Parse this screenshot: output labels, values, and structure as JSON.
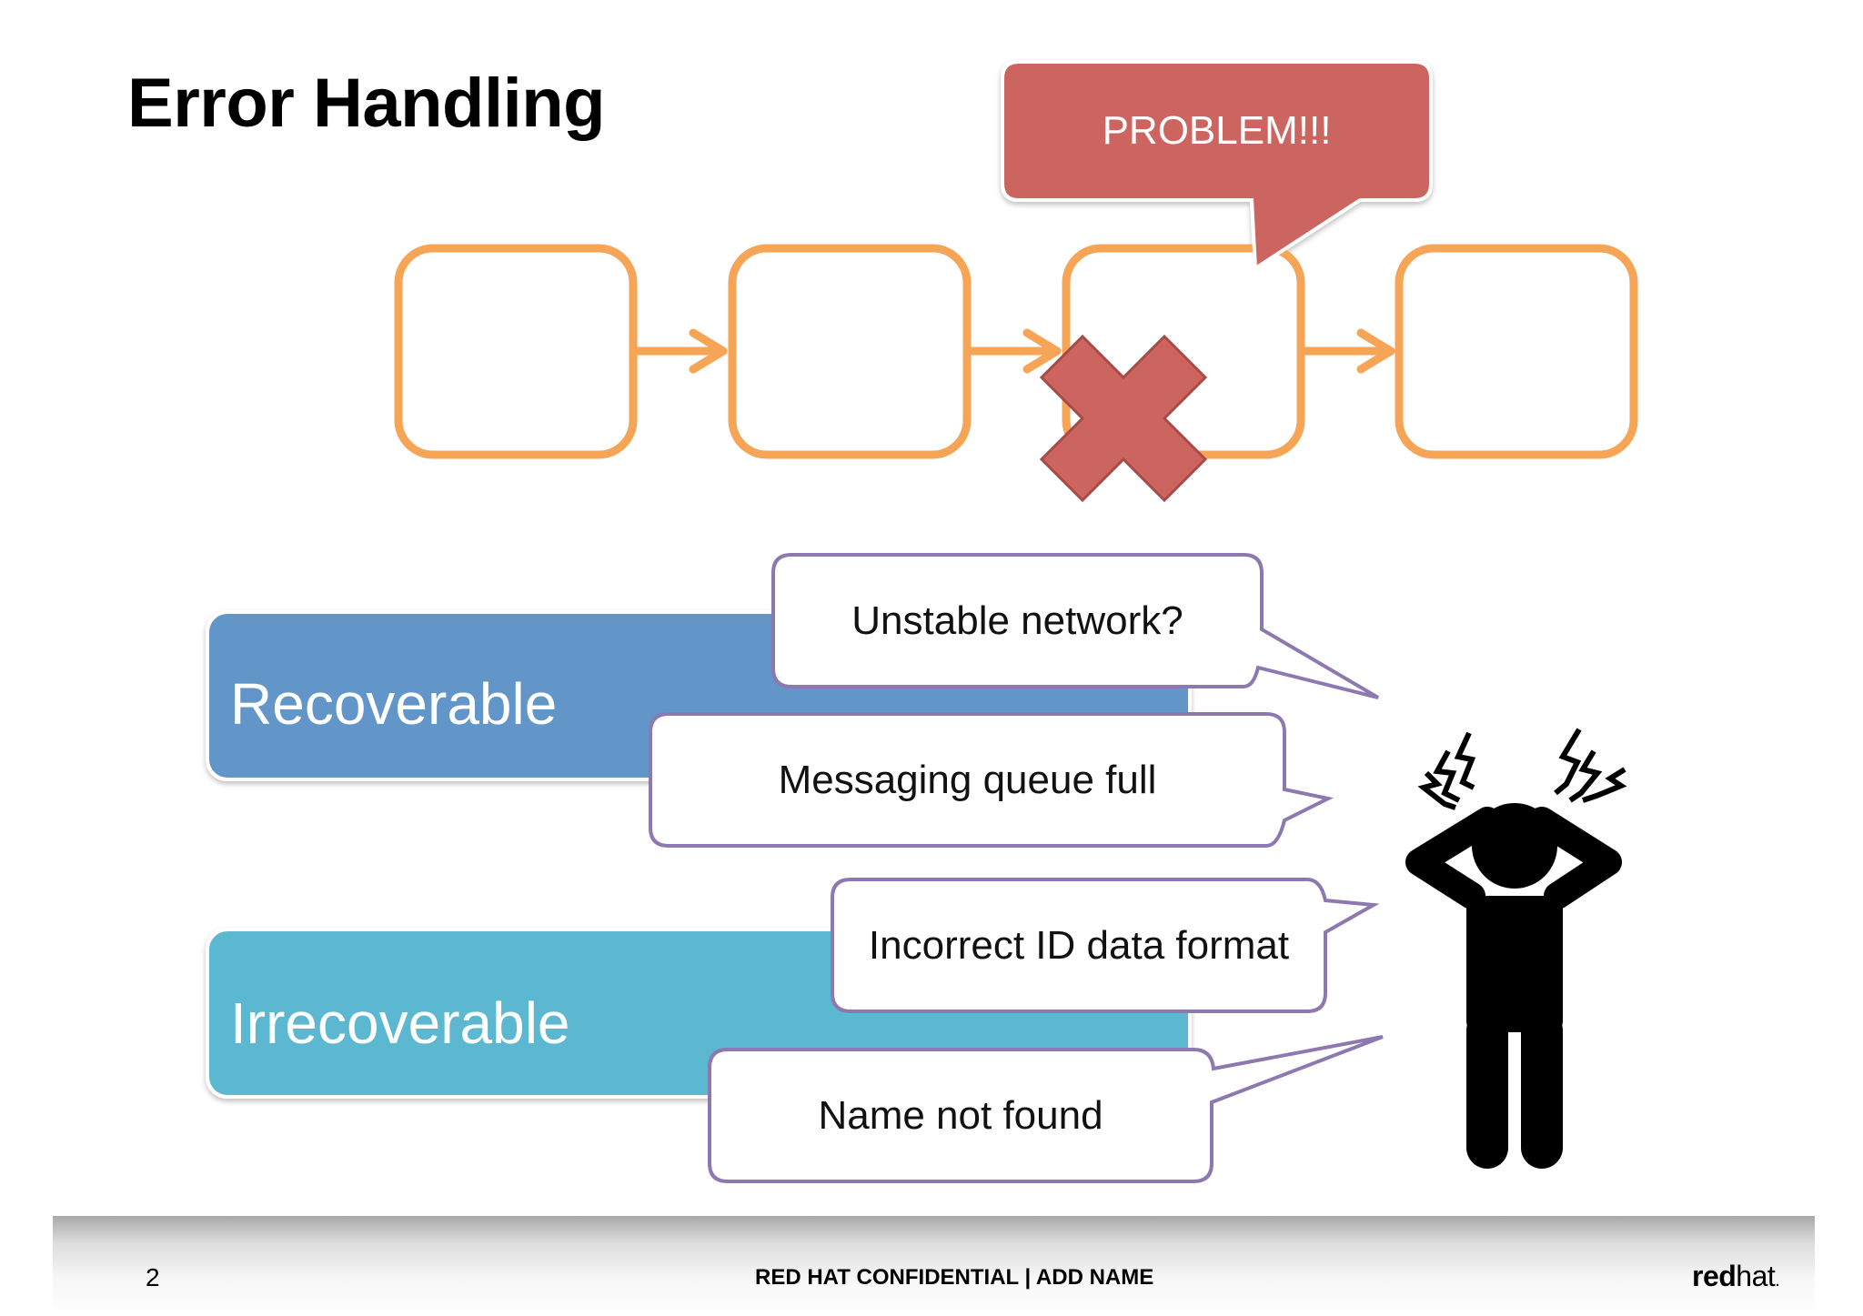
{
  "slide": {
    "title": "Error Handling",
    "page_number": "2",
    "footer_text": "RED HAT CONFIDENTIAL | ADD NAME",
    "logo": {
      "part_bold": "red",
      "part_regular": "hat",
      "suffix": "."
    }
  },
  "pipeline": {
    "stage_count": 4,
    "failed_stage_index": 2,
    "problem_label": "PROBLEM!!!"
  },
  "categories": [
    {
      "label": "Recoverable"
    },
    {
      "label": "Irrecoverable"
    }
  ],
  "callouts": [
    {
      "text": "Unstable network?"
    },
    {
      "text": "Messaging queue full"
    },
    {
      "text": "Incorrect ID data format"
    },
    {
      "text": "Name not found"
    }
  ],
  "colors": {
    "stage_border": "#f6a455",
    "arrow": "#f6a455",
    "error_red": "#cc6560",
    "recoverable_blue": "#6296c8",
    "irrecoverable_teal": "#5cb8d0",
    "callout_border": "#8e78b0"
  },
  "icons": [
    "cross-icon",
    "frustrated-person-icon",
    "redhat-logo-icon"
  ]
}
